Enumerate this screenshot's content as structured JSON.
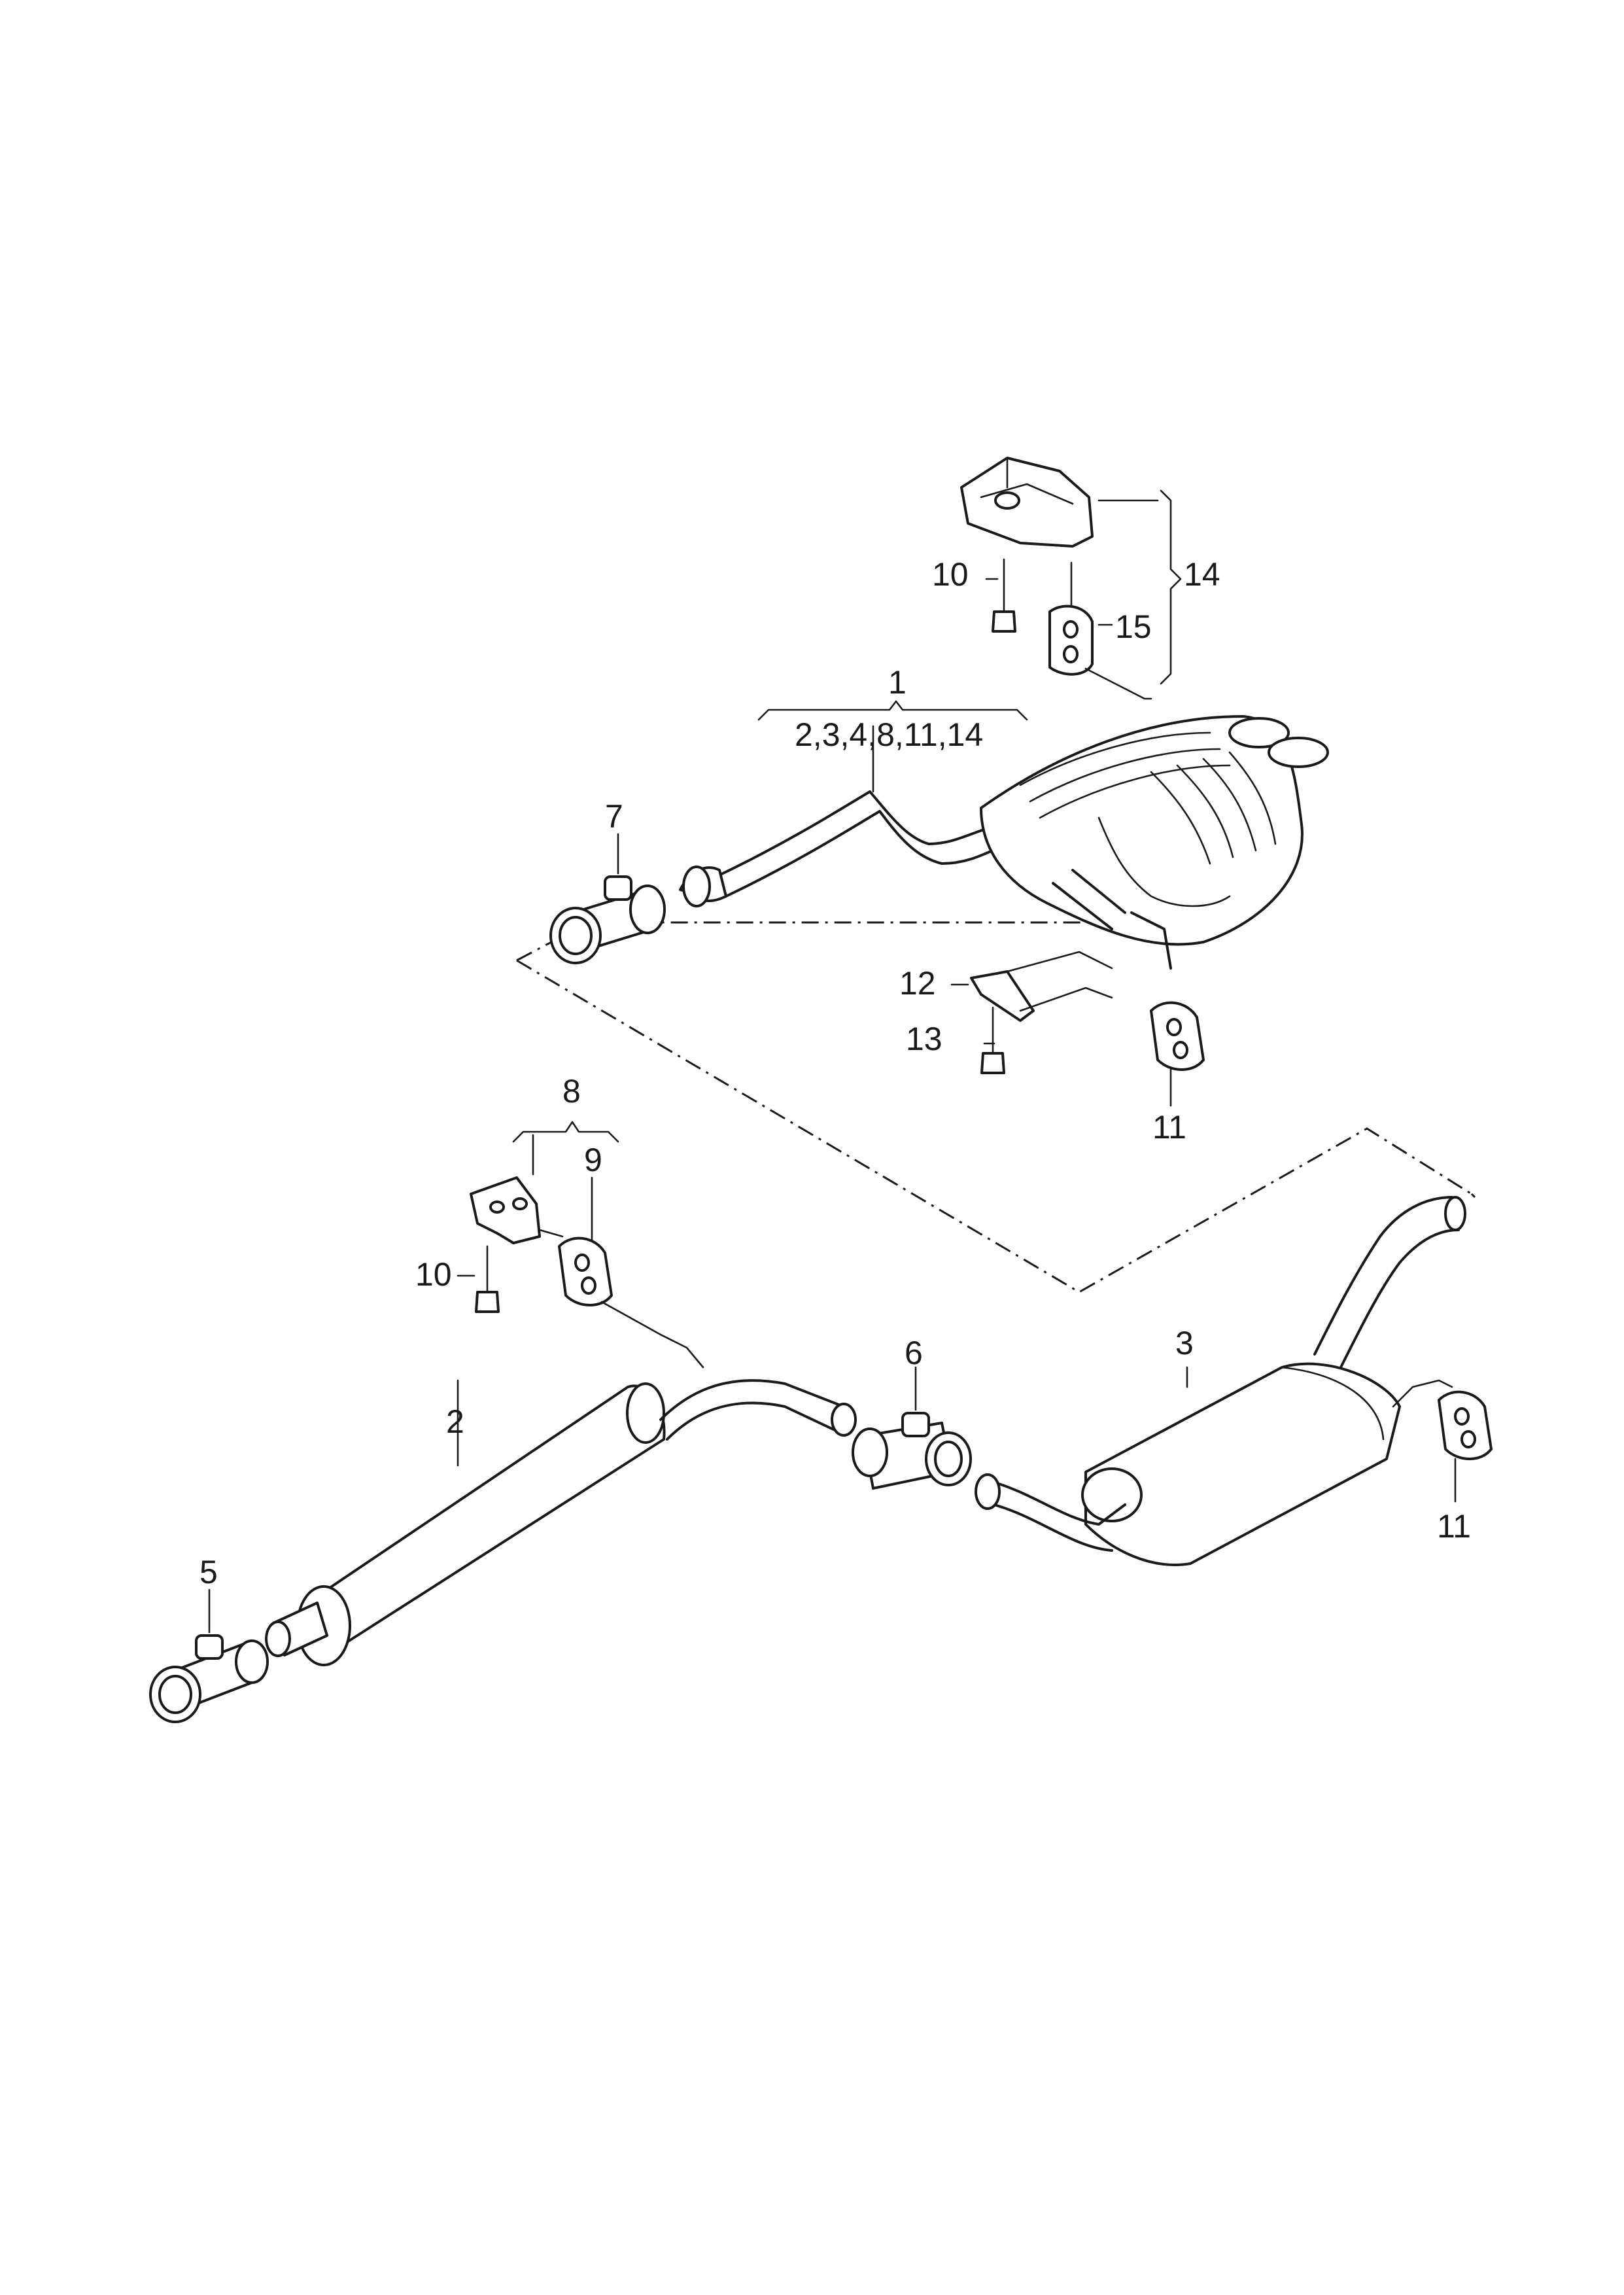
{
  "callouts": {
    "c1": "1",
    "c1_list": "2,3,4,8,11,14",
    "c2": "2",
    "c3": "3",
    "c5": "5",
    "c6": "6",
    "c7": "7",
    "c8": "8",
    "c9": "9",
    "c10_top": "10",
    "c10_bottom": "10",
    "c11_top": "11",
    "c11_right": "11",
    "c12": "12",
    "c13": "13",
    "c14": "14",
    "c15": "15"
  }
}
